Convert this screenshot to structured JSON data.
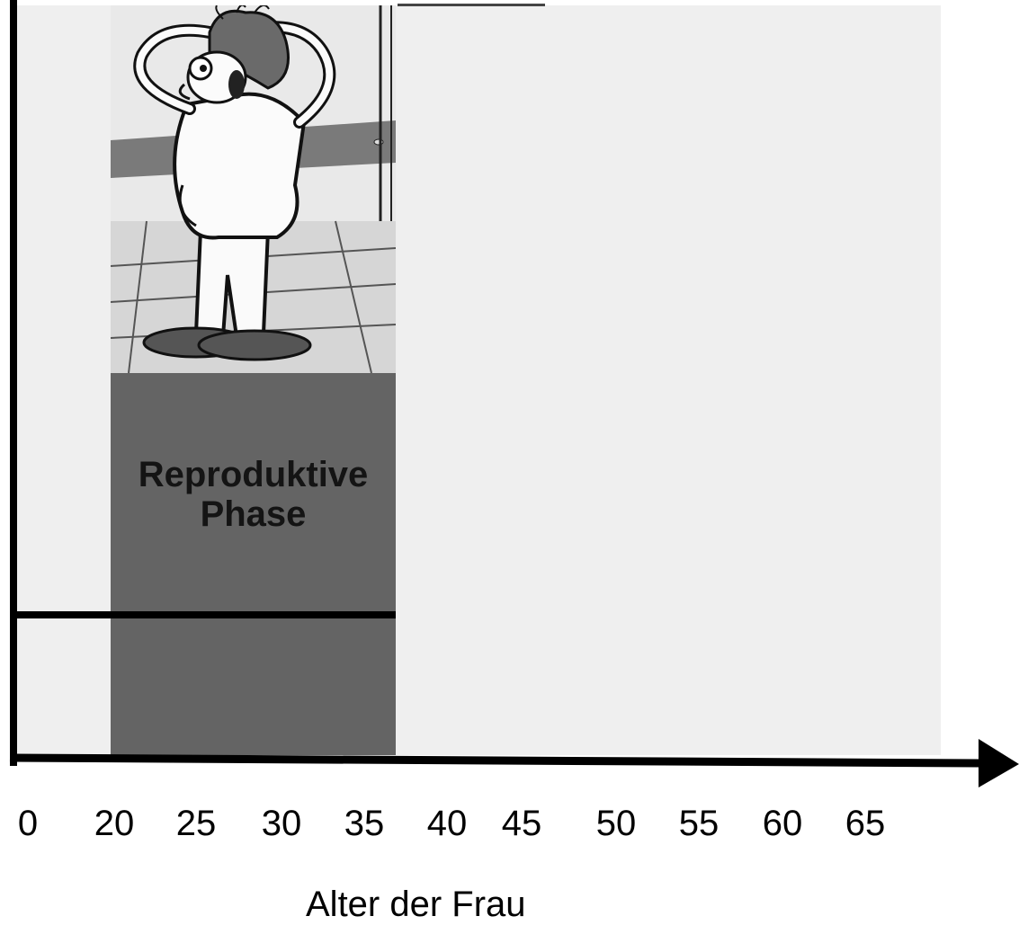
{
  "phase": {
    "line1": "Reproduktive",
    "line2": "Phase"
  },
  "x_axis": {
    "ticks": [
      "0",
      "20",
      "25",
      "30",
      "35",
      "40",
      "45",
      "50",
      "55",
      "60",
      "65"
    ],
    "title": "Alter der Frau"
  },
  "illustration": {
    "icon": "stressed-woman-cartoon"
  }
}
